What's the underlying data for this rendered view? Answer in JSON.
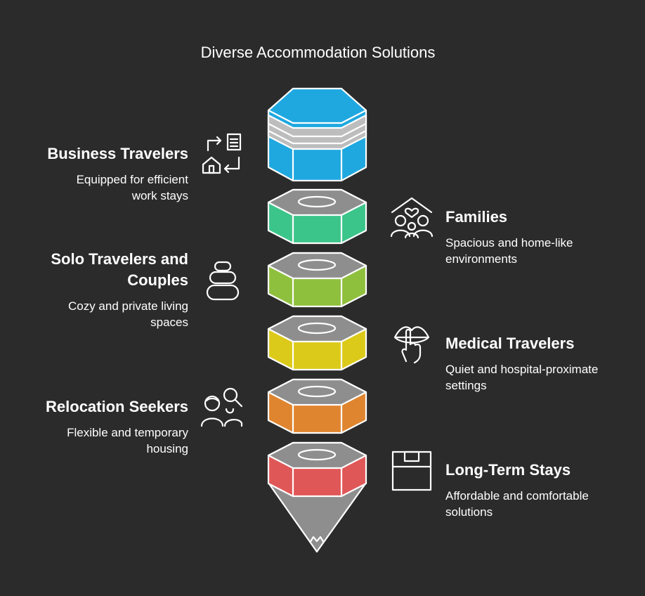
{
  "title": "Diverse Accommodation Solutions",
  "colors": {
    "background": "#2b2b2b",
    "business": "#1fa8e0",
    "families": "#3cc58a",
    "solo": "#8fc03d",
    "medical": "#dcca1a",
    "relocation": "#e0852f",
    "long_term": "#e05757",
    "tip": "#8e8e8e",
    "cap": "#8e8e8e",
    "stripe": "#bdbdbd"
  },
  "segments": [
    {
      "name": "Business Travelers",
      "description": "Equipped for efficient work stays",
      "side": "left",
      "icon": "swap-arrows-icon"
    },
    {
      "name": "Families",
      "description": "Spacious and home-like environments",
      "side": "right",
      "icon": "family-home-heart-icon"
    },
    {
      "name": "Solo Travelers and Couples",
      "description": "Cozy and private living spaces",
      "side": "left",
      "icon": "stacked-stones-icon"
    },
    {
      "name": "Medical Travelers",
      "description": "Quiet and hospital-proximate settings",
      "side": "right",
      "icon": "silence-gesture-icon"
    },
    {
      "name": "Relocation Seekers",
      "description": "Flexible and temporary housing",
      "side": "left",
      "icon": "people-search-icon"
    },
    {
      "name": "Long-Term Stays",
      "description": "Affordable and comfortable solutions",
      "side": "right",
      "icon": "storage-box-icon"
    }
  ]
}
